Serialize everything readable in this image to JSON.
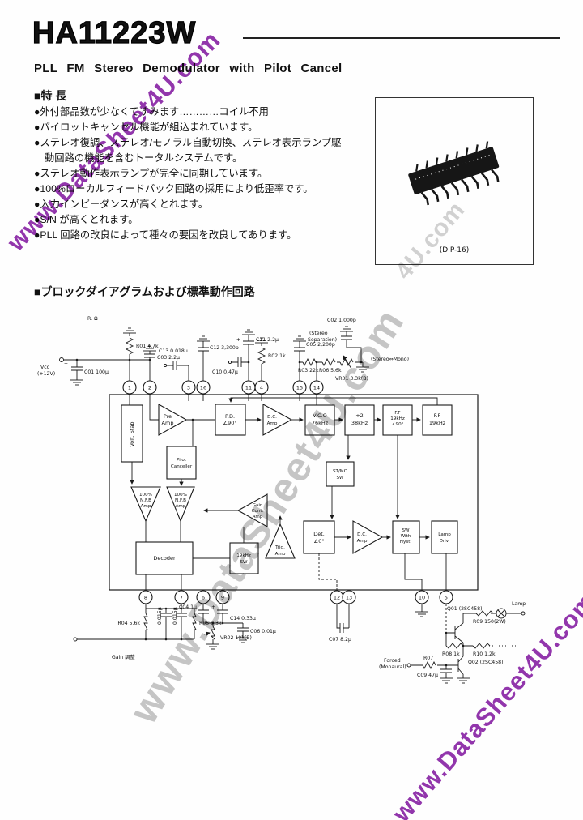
{
  "header": {
    "title": "HA11223W",
    "subtitle": "PLL FM Stereo Demodulator with Pilot Cancel"
  },
  "features": {
    "heading": "■特 長",
    "items": [
      "●外付部品数が少なくてすみます…………コイル不用",
      "●パイロットキャンセル機能が組込まれています。",
      "●ステレオ復調、ステレオ/モノラル自動切換、ステレオ表示ランプ駆",
      "動回路の機能を含むトータルシステムです。",
      "●ステレオ動作表示ランプが完全に同期しています。",
      "●100%ローカルフィードバック回路の採用により低歪率です。",
      "●入力インピーダンスが高くとれます。",
      "●S/N が高くとれます。",
      "●PLL 回路の改良によって種々の要因を改良してあります。"
    ]
  },
  "package_box": {
    "caption": "(DIP-16)"
  },
  "diagram": {
    "heading": "■ブロックダイアグラムおよび標準動作回路",
    "note": "R. Ω",
    "supply": {
      "name": "Vcc",
      "value": "(+12V)"
    },
    "pins_top": [
      "1",
      "2",
      "3",
      "16",
      "11",
      "4",
      "15",
      "14"
    ],
    "pins_bottom": [
      "8",
      "7",
      "6",
      "9",
      "12",
      "13",
      "10",
      "5"
    ],
    "blocks": {
      "volt_stab": "Volt. Stab.",
      "pre_amp": {
        "l1": "Pre",
        "l2": "Amp"
      },
      "pilot_canceller": {
        "l1": "Pilot",
        "l2": "Canceller"
      },
      "pd": {
        "l1": "P.D.",
        "l2": "∠90°"
      },
      "dc_amp1": {
        "l1": "D.C.",
        "l2": "Amp"
      },
      "vco": {
        "l1": "V.C.O",
        "l2": "76kHz"
      },
      "div2": {
        "l1": "÷2",
        "l2": "38kHz"
      },
      "ff90": {
        "l1": "F.F",
        "l2": "19kHz",
        "l3": "∠90°"
      },
      "ff19": {
        "l1": "F.F",
        "l2": "19kHz"
      },
      "stmo": {
        "l1": "ST/MO",
        "l2": "SW"
      },
      "gain": {
        "l1": "Gain",
        "l2": "Cont.",
        "l3": "Amp"
      },
      "trig": {
        "l1": "Trig.",
        "l2": "Amp"
      },
      "det0": {
        "l1": "Det.",
        "l2": "∠0°"
      },
      "dc_amp2": {
        "l1": "D.C.",
        "l2": "Amp"
      },
      "hyst": {
        "l1": "SW",
        "l2": "With",
        "l3": "Hyst."
      },
      "lamp_drv": {
        "l1": "Lamp",
        "l2": "Driv."
      },
      "sw19k": {
        "l1": "19kHz",
        "l2": "SW"
      },
      "nfb1": {
        "l1": "100%",
        "l2": "N.F.B",
        "l3": "Amp"
      },
      "nfb2": {
        "l1": "100%",
        "l2": "N.F.B",
        "l3": "Amp"
      },
      "decoder": "Decoder"
    },
    "parts": {
      "plus": "+",
      "c01": "C01 100μ",
      "r01": "R01 4.7k",
      "c03": "C03 2.2μ",
      "c13": "C13 0.018μ",
      "c12": "C12 3,300p",
      "c11": "C11 2.2μ",
      "c10": "C10 0.47μ",
      "r02": "R02 1k",
      "c05": "C05 2,200p",
      "r03": "R03 22k",
      "r06": "R06 5.6k",
      "vr01": "VR01 3.3k(B)",
      "c02": "C02 1,000p",
      "sep1": "(Stereo",
      "sep2": "Separation)",
      "stmo_label": "(Stereo⇔Mono)",
      "r04": "R04 5.6k",
      "c15": "0.015μ",
      "c16": "0.015μ",
      "r05": "R05 3.3k",
      "gain_note": "Gain 調整",
      "c04": "C04 1μ",
      "c14": "C14 0.33μ",
      "vr02": "VR02 10k(B)",
      "c06": "C06 0.01μ",
      "c07": "C07 8.2μ",
      "q01": "Q01 (2SC458)",
      "r09": "R09 150(2W)",
      "lamp": "Lamp",
      "r08": "R08 1k",
      "r10": "R10 1.2k",
      "q02": "Q02 (2SC458)",
      "forced1": "Forced",
      "forced2": "(Monaural)",
      "r07": "R07",
      "c09": "C09 47μ"
    }
  },
  "watermarks": {
    "main": "www.DataSheet4U.com",
    "fragment": "4U.com",
    "purple": "#9336ad",
    "gray": "#c6c6c6"
  }
}
